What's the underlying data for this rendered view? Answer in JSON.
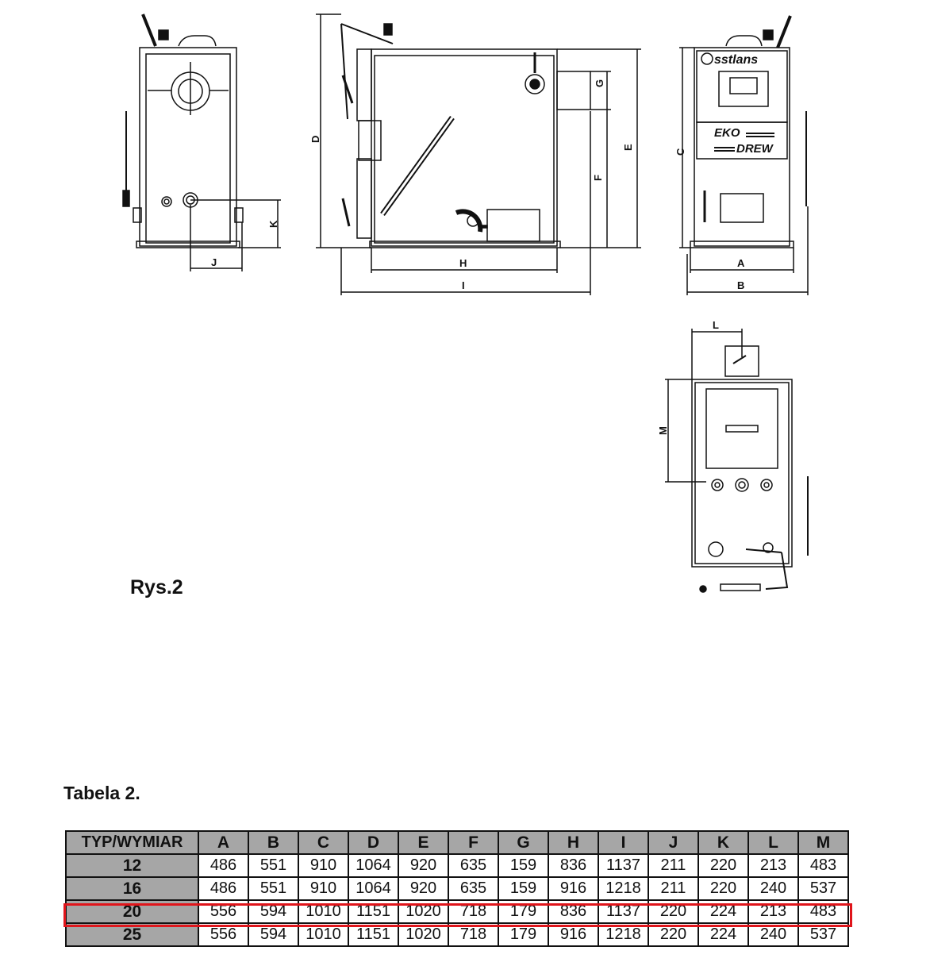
{
  "figure": {
    "caption": "Rys.2",
    "dimension_letters": {
      "A": "A",
      "B": "B",
      "C": "C",
      "D": "D",
      "E": "E",
      "F": "F",
      "G": "G",
      "H": "H",
      "I": "I",
      "J": "J",
      "K": "K",
      "L": "L",
      "M": "M"
    },
    "logo_brand": "sstlans",
    "logo_product_1": "EKO",
    "logo_product_2": "DREW"
  },
  "table": {
    "title": "Tabela 2.",
    "header_label": "TYP/WYMIAR",
    "columns": [
      "A",
      "B",
      "C",
      "D",
      "E",
      "F",
      "G",
      "H",
      "I",
      "J",
      "K",
      "L",
      "M"
    ],
    "rows": [
      {
        "type": "12",
        "values": [
          "486",
          "551",
          "910",
          "1064",
          "920",
          "635",
          "159",
          "836",
          "1137",
          "211",
          "220",
          "213",
          "483"
        ]
      },
      {
        "type": "16",
        "values": [
          "486",
          "551",
          "910",
          "1064",
          "920",
          "635",
          "159",
          "916",
          "1218",
          "211",
          "220",
          "240",
          "537"
        ]
      },
      {
        "type": "20",
        "values": [
          "556",
          "594",
          "1010",
          "1151",
          "1020",
          "718",
          "179",
          "836",
          "1137",
          "220",
          "224",
          "213",
          "483"
        ]
      },
      {
        "type": "25",
        "values": [
          "556",
          "594",
          "1010",
          "1151",
          "1020",
          "718",
          "179",
          "916",
          "1218",
          "220",
          "224",
          "240",
          "537"
        ]
      }
    ],
    "highlight_color": "#e0151b",
    "header_fill": "#a6a6a6"
  }
}
